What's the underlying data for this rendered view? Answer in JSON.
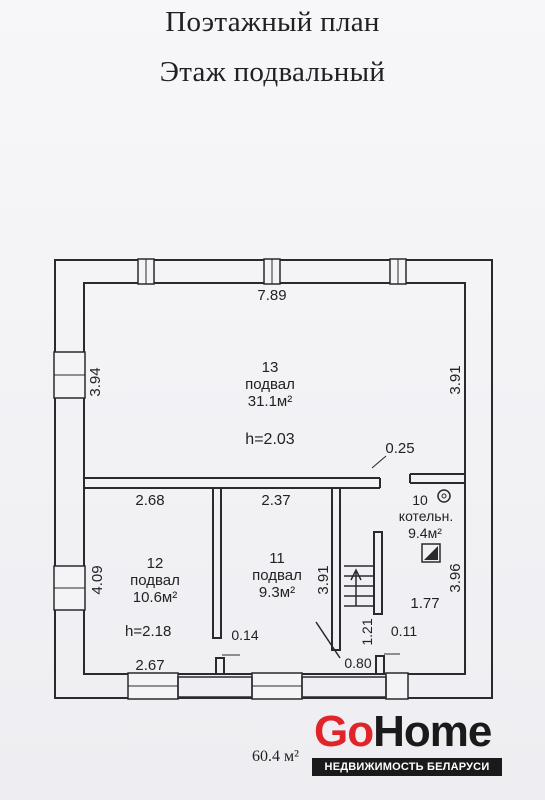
{
  "header": {
    "title": "Поэтажный план",
    "subtitle": "Этаж подвальный"
  },
  "plan": {
    "room13": {
      "number": "13",
      "name": "подвал",
      "area": "31.1м²",
      "height": "h=2.03"
    },
    "room12": {
      "number": "12",
      "name": "подвал",
      "area": "10.6м²",
      "height": "h=2.18"
    },
    "room11": {
      "number": "11",
      "name": "подвал",
      "area": "9.3м²"
    },
    "room10": {
      "number": "10",
      "name": "котельн.",
      "area": "9.4м²"
    },
    "dims": {
      "top_width": "7.89",
      "left_upper": "3.94",
      "right_upper": "3.91",
      "partition_thickness": "0.25",
      "room12_width": "2.68",
      "room11_width": "2.37",
      "room12_depth": "4.09",
      "room11_depth": "3.91",
      "room10_depth": "3.96",
      "stair_width": "1.77",
      "stair_len": "1.21",
      "bottom_width": "2.67",
      "gap_014": "0.14",
      "gap_011": "0.11",
      "door_080": "0.80"
    },
    "total_area": "60.4 м²"
  },
  "logo": {
    "go": "Go",
    "home": "Home",
    "tagline": "НЕДВИЖИМОСТЬ БЕЛАРУСИ"
  },
  "colors": {
    "background": "#f4f4f6",
    "ink": "#222222",
    "brand_red": "#e0242a",
    "brand_dark": "#1a1a1a"
  }
}
